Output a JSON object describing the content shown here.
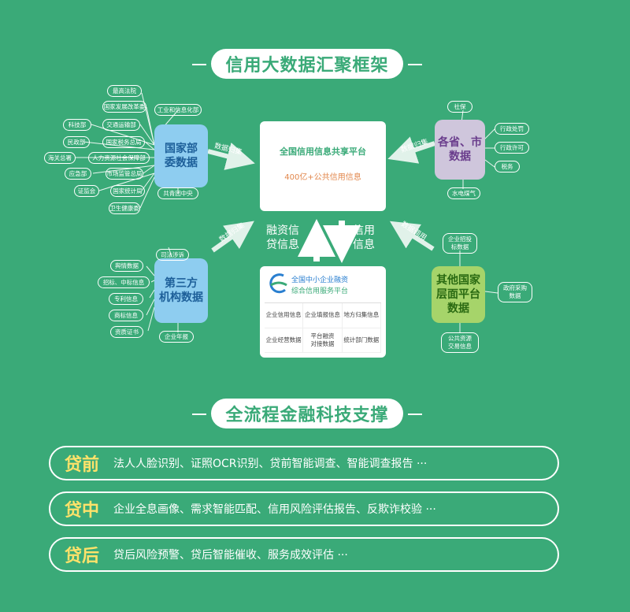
{
  "title_top": "信用大数据汇聚框架",
  "title_bottom": "全流程金融科技支撑",
  "central": {
    "title": "全国信用信息共享平台",
    "subtitle": "400亿+公共信用信息"
  },
  "platform": {
    "title_line1": "全国中小企业融资",
    "title_line2": "综合信用服务平台",
    "cells": [
      "企业信用信息",
      "企业填报信息",
      "地方归集信息",
      "企业经营数据",
      "平台融资\n对接数据",
      "统计部门数据"
    ]
  },
  "hubs": {
    "national": "国家部\n委数据",
    "provincial": "各省、市\n数据",
    "third_party": "第三方\n机构数据",
    "other": "其他国家\n层面平台\n数据"
  },
  "arrow_labels": {
    "national": "数据归集",
    "provincial": "数据归集",
    "third_party": "数据归集",
    "other": "数据调用",
    "up": "融资信\n贷信息",
    "down": "信用\n信息"
  },
  "tags_national": [
    "最高法院",
    "国家发展改革委",
    "工业和信息化部",
    "科技部",
    "交通运输部",
    "民政部",
    "国家税务总局",
    "海关总署",
    "人力资源社会保障部",
    "应急部",
    "市场监管总局",
    "证监会",
    "国家统计局",
    "卫生健康委",
    "共青团中央"
  ],
  "tags_provincial": [
    "社保",
    "行政处罚",
    "行政许可",
    "税务",
    "水电煤气"
  ],
  "tags_third": [
    "司法涉诉",
    "舆情数据",
    "招标、中标信息",
    "专利信息",
    "商标信息",
    "资质证书",
    "企业年报"
  ],
  "tags_other": [
    "企业招投\n标数据",
    "政府采购\n数据",
    "公共资源\n交易信息"
  ],
  "stages": [
    {
      "label": "贷前",
      "text": "法人人脸识别、证照OCR识别、贷前智能调查、智能调查报告 ···"
    },
    {
      "label": "贷中",
      "text": "企业全息画像、需求智能匹配、信用风险评估报告、反欺诈校验 ···"
    },
    {
      "label": "贷后",
      "text": "贷后风险预警、贷后智能催收、服务成效评估 ···"
    }
  ],
  "colors": {
    "background": "#3aaa78",
    "hub_blue": "#8ecdf0",
    "hub_purple": "#cfc6dc",
    "hub_green": "#a6d46a",
    "stage_label": "#ffe26a"
  }
}
